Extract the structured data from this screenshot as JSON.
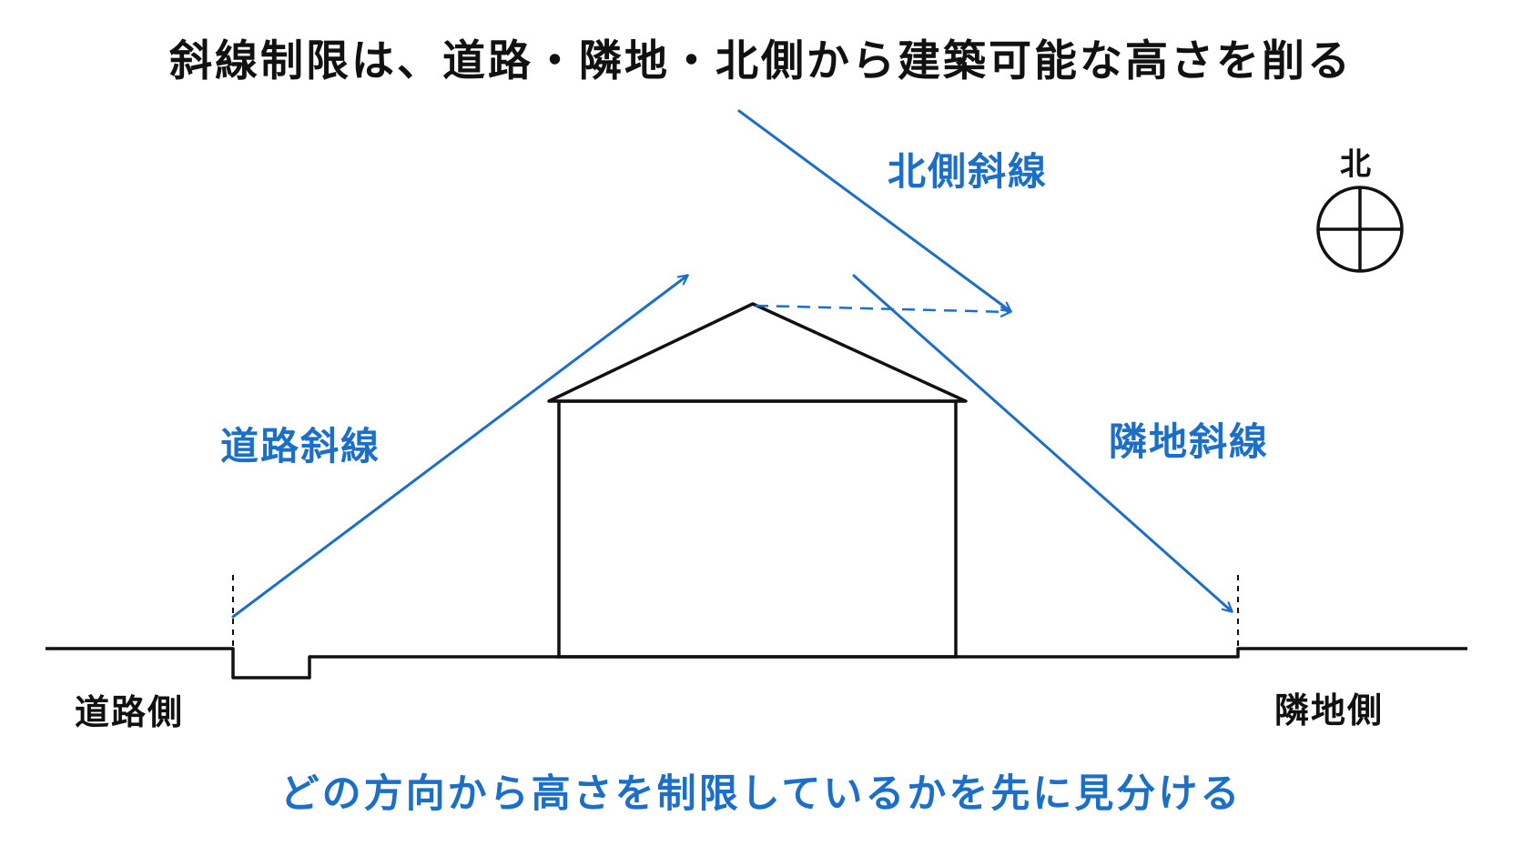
{
  "title": "斜線制限は、道路・隣地・北側から建築可能な高さを削る",
  "labels": {
    "road_slant": "道路斜線",
    "north_slant": "北側斜線",
    "adjacent_slant": "隣地斜線",
    "road_side": "道路側",
    "adjacent_side": "隣地側",
    "north": "北"
  },
  "footer": "どの方向から高さを制限しているかを先に見分ける",
  "colors": {
    "accent": "#1b6fc9",
    "ink": "#111111",
    "background": "#ffffff"
  },
  "icons": {
    "north_symbol": "compass-icon"
  }
}
